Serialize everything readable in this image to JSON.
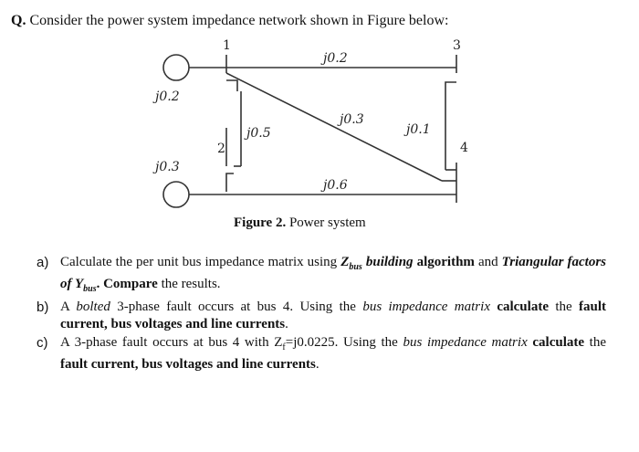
{
  "question": {
    "prefix": "Q.",
    "text": " Consider the power system impedance network shown in Figure below:"
  },
  "figure": {
    "bus_labels": {
      "b1": "1",
      "b2": "2",
      "b3": "3",
      "b4": "4"
    },
    "impedances": {
      "top": "j0.2",
      "gen1": "j0.2",
      "gen2": "j0.3",
      "left": "j0.5",
      "diagonal": "j0.3",
      "right": "j0.1",
      "bottom": "j0.6"
    },
    "caption_bold": "Figure 2.",
    "caption_text": " Power system"
  },
  "parts": {
    "a": {
      "marker": "a)",
      "t1": " Calculate the per unit bus impedance matrix using ",
      "t2": "Z",
      "t3": "bus",
      "t4": " building",
      "t5": " algorithm",
      "t6": " and ",
      "t7": "Triangular factors of Y",
      "t8": "bus",
      "t9": ". ",
      "t10": "Compare",
      "t11": " the results."
    },
    "b": {
      "marker": "b)",
      "t1": "A ",
      "t2": "bolted",
      "t3": " 3-phase fault occurs at bus 4. Using the ",
      "t4": "bus impedance matrix",
      "t5": " calculate",
      "t6": " the ",
      "t7": "fault current, bus voltages and line currents",
      "t8": "."
    },
    "c": {
      "marker": "c)",
      "t1": "A 3-phase fault occurs at bus 4 with Z",
      "t2": "f",
      "t3": "=j0.0225. Using the ",
      "t4": "bus impedance matrix",
      "t5": "calculate",
      "t6": " the ",
      "t7": "fault current, bus voltages and line currents",
      "t8": "."
    }
  }
}
